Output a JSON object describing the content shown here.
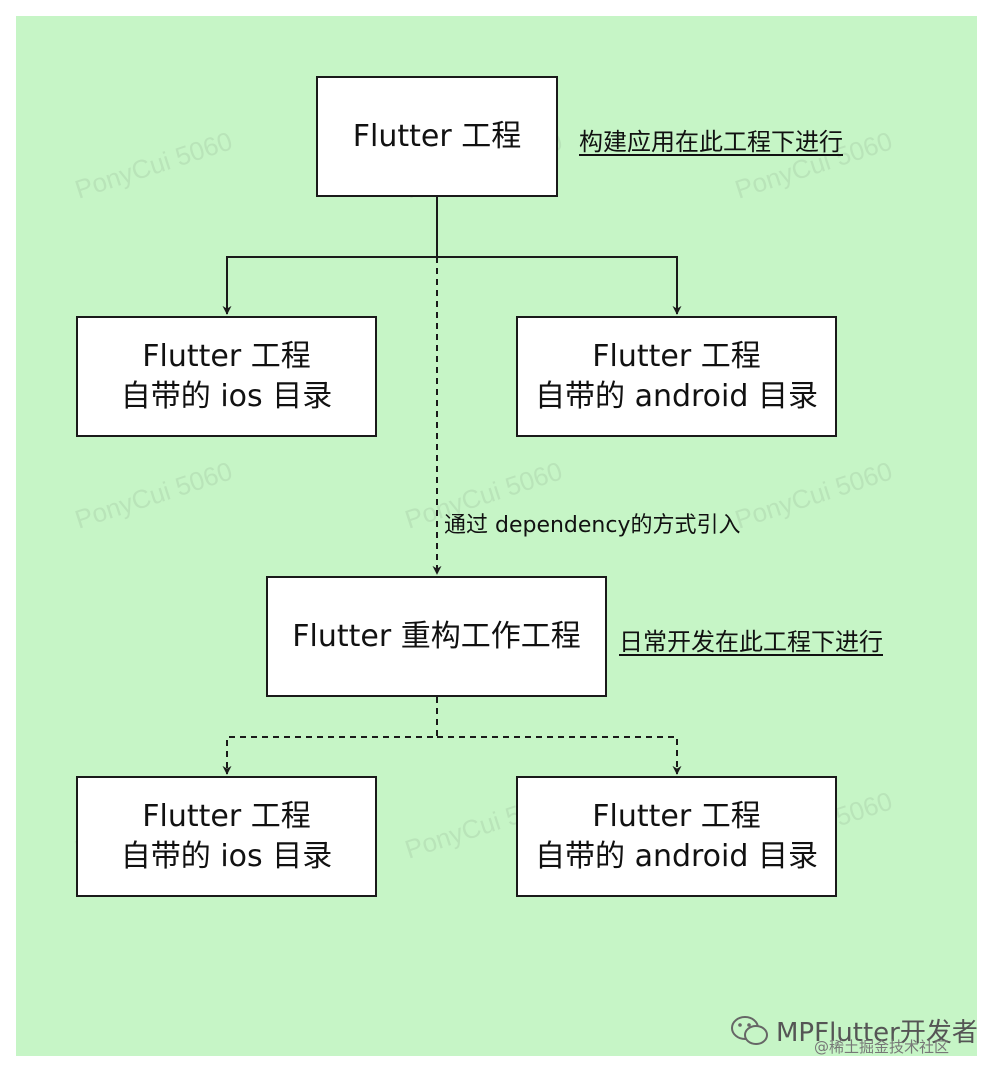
{
  "watermark": "PonyCui 5060",
  "nodes": {
    "root": "Flutter 工程",
    "root_ios": [
      "Flutter 工程",
      "自带的 ios 目录"
    ],
    "root_android": [
      "Flutter 工程",
      "自带的 android 目录"
    ],
    "work": "Flutter 重构工作工程",
    "work_ios": [
      "Flutter 工程",
      "自带的 ios 目录"
    ],
    "work_android": [
      "Flutter 工程",
      "自带的 android 目录"
    ]
  },
  "notes": {
    "root": "构建应用在此工程下进行",
    "work": "日常开发在此工程下进行"
  },
  "edge_label": "通过 dependency的方式引入",
  "footer": {
    "brand": "MPFlutter开发者",
    "sub": "@稀土掘金技术社区"
  },
  "colors": {
    "background": "#c6f5c6",
    "box_fill": "#ffffff",
    "stroke": "#1a1a1a"
  }
}
